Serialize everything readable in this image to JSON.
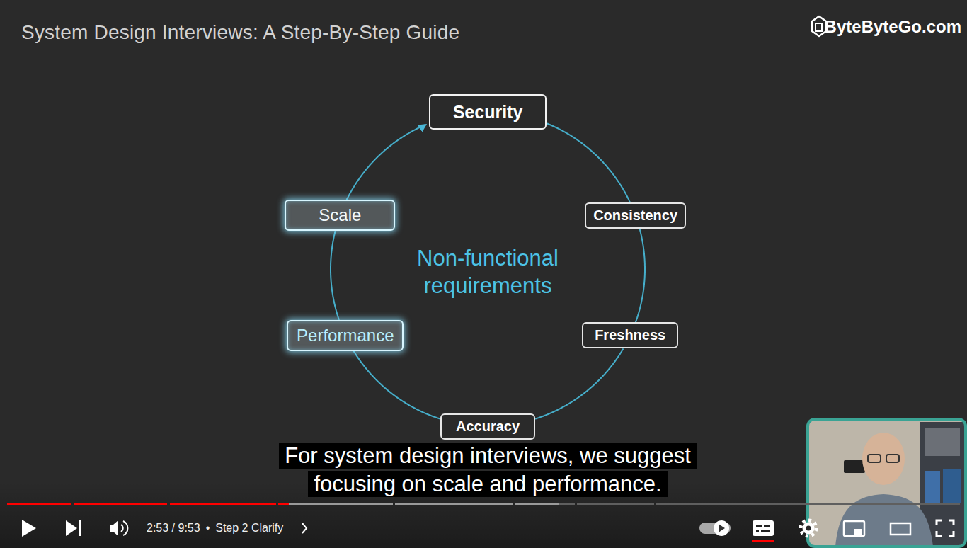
{
  "diagram": {
    "title": "System Design Interviews: A Step-By-Step Guide",
    "nodes": [
      {
        "text": [
          "Security"
        ]
      },
      {
        "text": [
          "Consistency"
        ]
      },
      {
        "text": [
          "Freshness"
        ]
      },
      {
        "text": [
          "Accuracy"
        ]
      },
      {
        "text": [
          "Performance"
        ]
      },
      {
        "text": [
          "Scale"
        ]
      }
    ],
    "edges": [
      {
        "from": 0,
        "to": 1,
        "arrow": "none"
      },
      {
        "from": 1,
        "to": 2,
        "arrow": "none"
      },
      {
        "from": 2,
        "to": 3,
        "arrow": "none"
      },
      {
        "from": 3,
        "to": 4,
        "arrow": "none"
      },
      {
        "from": 4,
        "to": 5,
        "arrow": "none"
      },
      {
        "from": 5,
        "to": 0,
        "arrow": "to"
      }
    ],
    "labels": [
      "ByteByteGo.com",
      "Non-functional requirements",
      "For system design interviews, we suggest focusing on scale and performance.",
      "2:53 / 9:53",
      "•",
      "Step 2 Clarify"
    ]
  }
}
